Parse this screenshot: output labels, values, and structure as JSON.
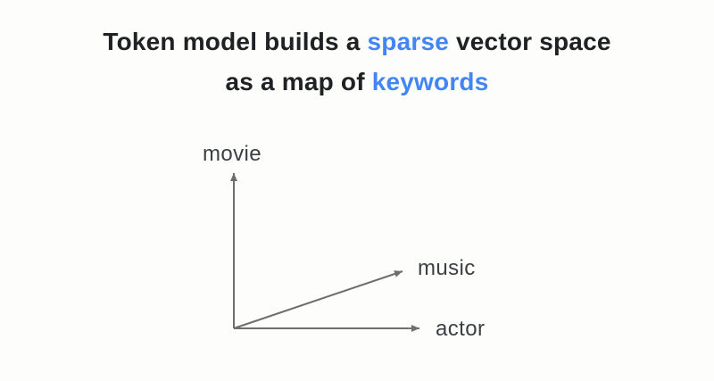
{
  "title": {
    "line1_pre": "Token model builds a ",
    "line1_highlight": "sparse",
    "line1_post": " vector space",
    "line2_pre": "as a map of ",
    "line2_highlight": "keywords"
  },
  "diagram": {
    "description": "sparse vector space sketch with three arrows from a common origin",
    "axes": [
      {
        "label": "movie",
        "direction": "up"
      },
      {
        "label": "music",
        "direction": "up-right"
      },
      {
        "label": "actor",
        "direction": "right"
      }
    ]
  },
  "colors": {
    "accent_blue": "#4285F4",
    "title_text": "#202124",
    "label_text": "#3c4043",
    "arrow_gray": "#6e6e6e",
    "background": "#fdfdfc"
  }
}
